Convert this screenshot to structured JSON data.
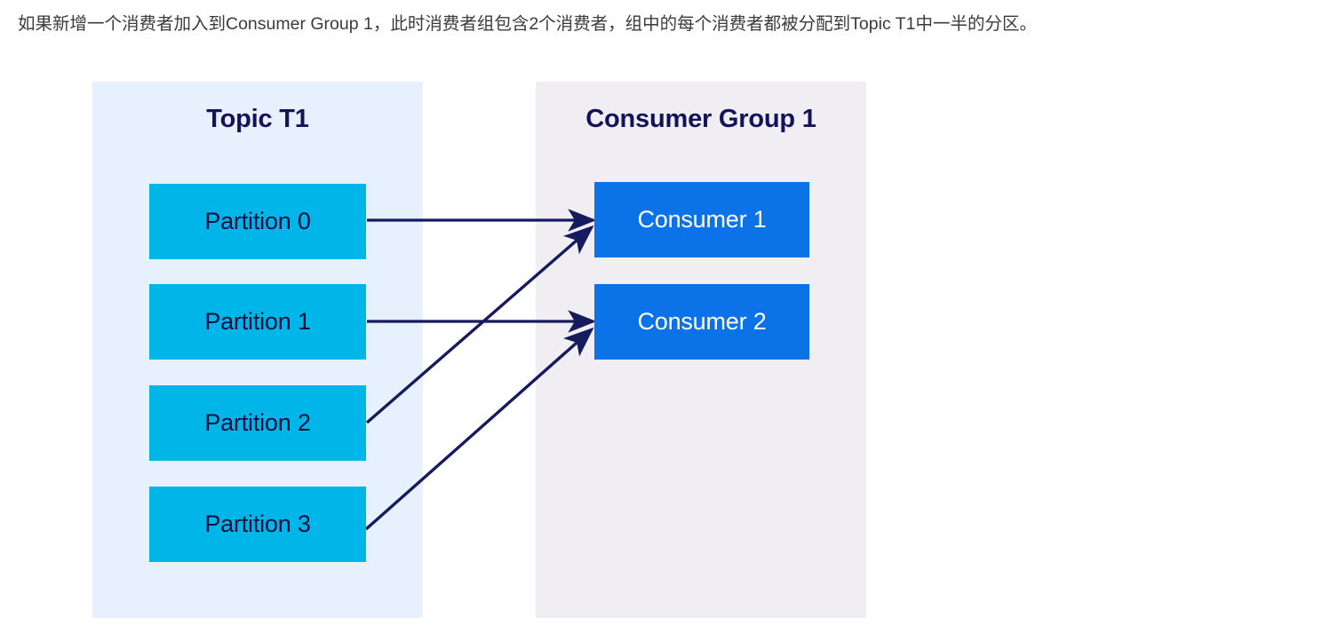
{
  "caption": {
    "text": "如果新增一个消费者加入到Consumer Group 1，此时消费者组包含2个消费者，组中的每个消费者都被分配到Topic T1中一半的分区。"
  },
  "colors": {
    "caption_text": "#3b3b3b",
    "panel_topic_bg": "#e7f0fd",
    "panel_group_bg": "#f0eef2",
    "title_text": "#14135a",
    "partition_bg": "#00b6e8",
    "partition_text": "#0f1040",
    "consumer_bg": "#0b72e7",
    "consumer_text": "#ffffff",
    "arrow": "#161a5e"
  },
  "diagram": {
    "type": "kafka-consumer-group-assignment",
    "panels": [
      {
        "id": "topic-panel",
        "title": "Topic T1",
        "nodes": [
          {
            "id": "partition-0",
            "label": "Partition 0"
          },
          {
            "id": "partition-1",
            "label": "Partition 1"
          },
          {
            "id": "partition-2",
            "label": "Partition 2"
          },
          {
            "id": "partition-3",
            "label": "Partition 3"
          }
        ]
      },
      {
        "id": "group-panel",
        "title": "Consumer Group 1",
        "nodes": [
          {
            "id": "consumer-1",
            "label": "Consumer 1"
          },
          {
            "id": "consumer-2",
            "label": "Consumer 2"
          }
        ]
      }
    ],
    "edges": [
      {
        "from": "partition-0",
        "to": "consumer-1",
        "style": "straight"
      },
      {
        "from": "partition-1",
        "to": "consumer-2",
        "style": "straight"
      },
      {
        "from": "partition-2",
        "to": "consumer-1",
        "style": "diagonal"
      },
      {
        "from": "partition-3",
        "to": "consumer-2",
        "style": "diagonal"
      }
    ]
  }
}
